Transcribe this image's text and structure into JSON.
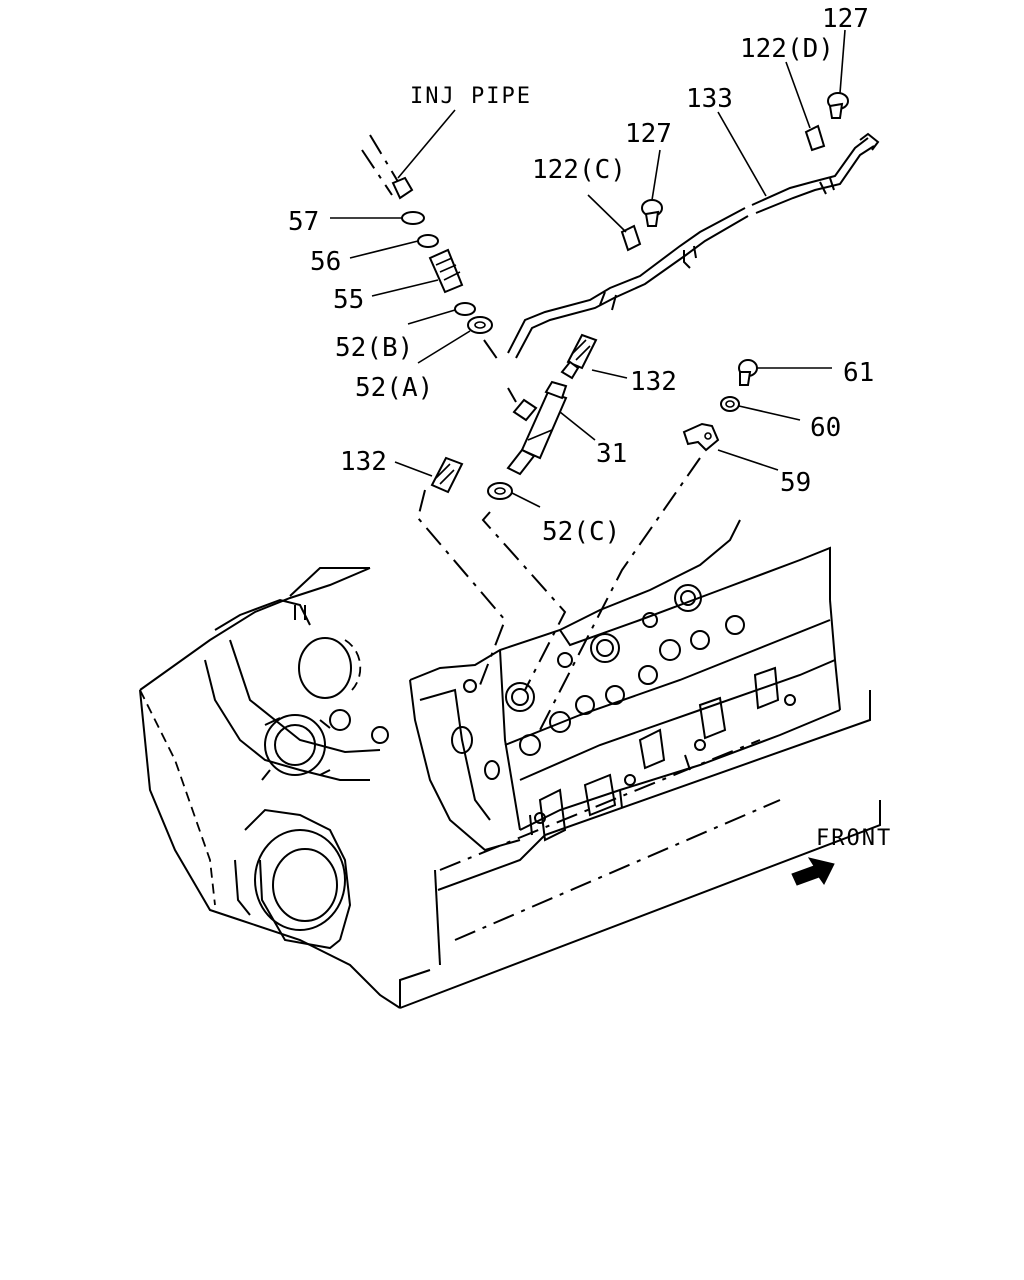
{
  "labels": {
    "inj_pipe": "INJ PIPE",
    "p57": "57",
    "p56": "56",
    "p55": "55",
    "p52b": "52(B)",
    "p52a": "52(A)",
    "p132_left": "132",
    "p132_right": "132",
    "p31": "31",
    "p52c": "52(C)",
    "p122c": "122(C)",
    "p127_mid": "127",
    "p133": "133",
    "p122d": "122(D)",
    "p127_top": "127",
    "p61": "61",
    "p60": "60",
    "p59": "59",
    "front": "FRONT"
  },
  "icons": {
    "front_arrow": "arrow-up-right-icon"
  }
}
